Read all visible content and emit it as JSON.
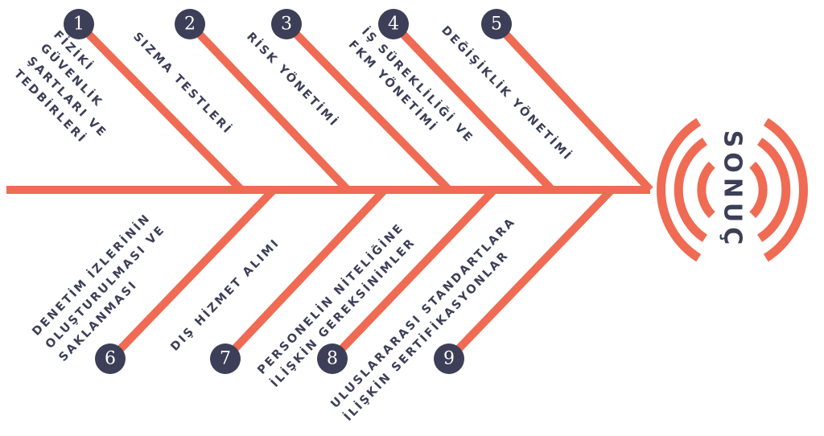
{
  "result": {
    "label": "SONUÇ"
  },
  "colors": {
    "bone": "#ef6b54",
    "badge": "#3c3f57",
    "text": "#3c3f57"
  },
  "causes": [
    {
      "number": "1",
      "lines": [
        "FİZİKİ",
        "GÜVENLİK",
        "ŞARTLARI    VE",
        "TEDBİRLERİ"
      ]
    },
    {
      "number": "2",
      "lines": [
        "SIZMA TESTLERİ"
      ]
    },
    {
      "number": "3",
      "lines": [
        "RİSK YÖNETİMİ"
      ]
    },
    {
      "number": "4",
      "lines": [
        "İŞ SÜREKLİLİĞİ VE",
        "FKM YÖNETİMİ"
      ]
    },
    {
      "number": "5",
      "lines": [
        "DEĞİŞİKLİK YÖNETİMİ"
      ]
    },
    {
      "number": "6",
      "lines": [
        "DENETİM İZLERİNİN",
        "OLUŞTURULMASI  VE",
        "SAKLANMASI"
      ]
    },
    {
      "number": "7",
      "lines": [
        "DIŞ HİZMET ALIMI"
      ]
    },
    {
      "number": "8",
      "lines": [
        "PERSONELİN      NİTELİĞİNE",
        "İLİŞKİN GEREKSİNİMLER"
      ]
    },
    {
      "number": "9",
      "lines": [
        "ULUSLARARASI STANDARTLARA",
        "İLİŞKİN SERTİFİKASYONLAR"
      ]
    }
  ]
}
